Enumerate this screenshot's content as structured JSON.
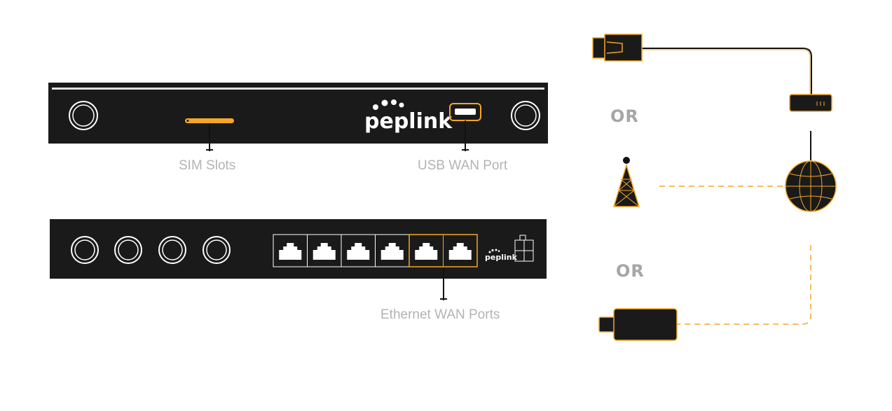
{
  "device_front": {
    "brand": "peplink",
    "sim_label": "SIM Slots",
    "usb_label": "USB WAN Port"
  },
  "device_back": {
    "brand": "peplink",
    "ethernet_label": "Ethernet WAN Ports",
    "port_count": 6,
    "highlighted_ports": [
      5,
      6
    ]
  },
  "connections": {
    "or_top": "OR",
    "or_bottom": "OR"
  },
  "colors": {
    "device": "#1a1a1a",
    "accent": "#f5a623",
    "label": "#b3b3b3",
    "line": "#111111"
  },
  "icons": [
    "ethernet-cable-icon",
    "modem-icon",
    "cell-tower-icon",
    "globe-icon",
    "usb-modem-icon"
  ]
}
